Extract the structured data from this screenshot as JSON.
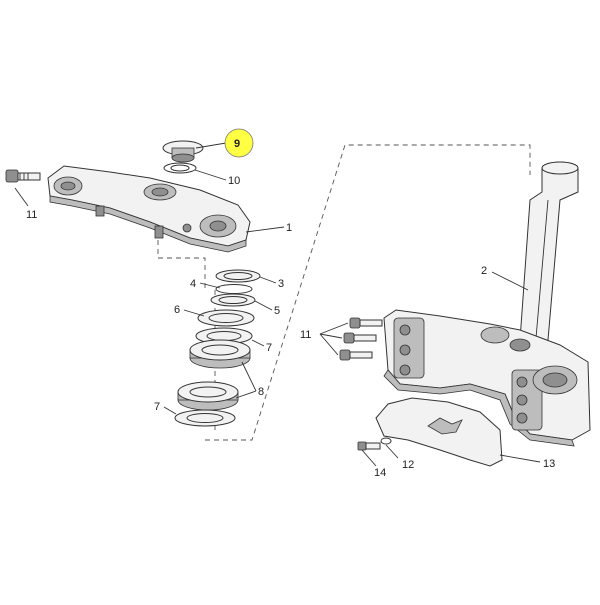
{
  "highlight_color": "#ffff44",
  "callouts": {
    "c1": "1",
    "c2": "2",
    "c3": "3",
    "c4": "4",
    "c5": "5",
    "c6": "6",
    "c7a": "7",
    "c7b": "7",
    "c8": "8",
    "c9": "9",
    "c10": "10",
    "c11a": "11",
    "c11b": "11",
    "c12": "12",
    "c13": "13",
    "c14": "14"
  },
  "highlighted_callout": "9"
}
